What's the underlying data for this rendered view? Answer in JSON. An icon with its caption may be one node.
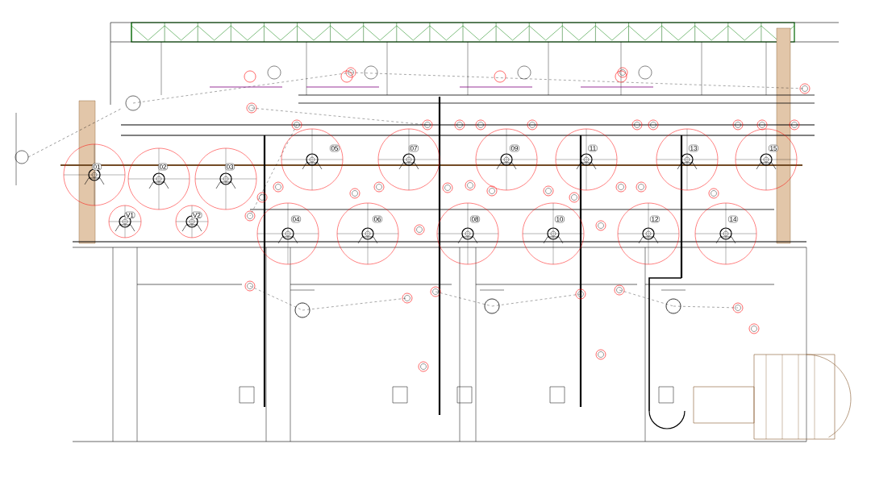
{
  "diagram": {
    "nodes": [
      {
        "text": [
          "01"
        ]
      },
      {
        "text": [
          "02"
        ]
      },
      {
        "text": [
          "03"
        ]
      },
      {
        "text": [
          "04"
        ]
      },
      {
        "text": [
          "05"
        ]
      },
      {
        "text": [
          "06"
        ]
      },
      {
        "text": [
          "07"
        ]
      },
      {
        "text": [
          "08"
        ]
      },
      {
        "text": [
          "09"
        ]
      },
      {
        "text": [
          "10"
        ]
      },
      {
        "text": [
          "11"
        ]
      },
      {
        "text": [
          "12"
        ]
      },
      {
        "text": [
          "13"
        ]
      },
      {
        "text": [
          "14"
        ]
      },
      {
        "text": [
          "15"
        ]
      },
      {
        "text": [
          "V1"
        ]
      },
      {
        "text": [
          "V2"
        ]
      }
    ]
  }
}
